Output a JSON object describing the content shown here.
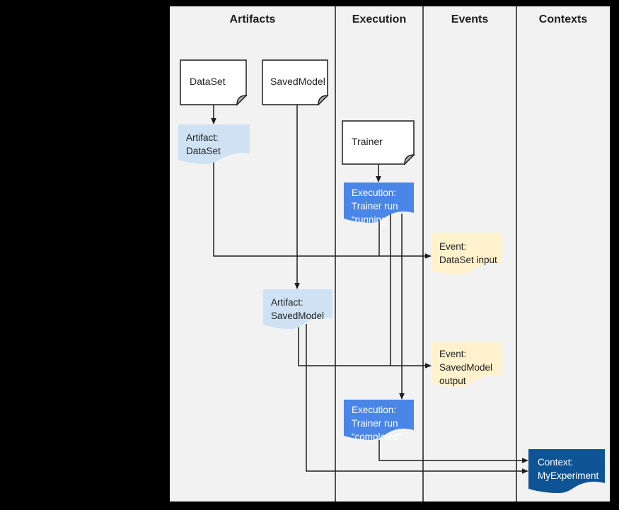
{
  "columns": [
    {
      "label": "Artifacts"
    },
    {
      "label": "Execution"
    },
    {
      "label": "Events"
    },
    {
      "label": "Contexts"
    }
  ],
  "nodes": {
    "dataset": {
      "label": "DataSet"
    },
    "savedmodel": {
      "label": "SavedModel"
    },
    "trainer": {
      "label": "Trainer"
    },
    "artifact_dataset": {
      "line1": "Artifact:",
      "line2": "DataSet"
    },
    "execution_running": {
      "line1": "Execution:",
      "line2": "Trainer run",
      "line3": "“running”"
    },
    "event_dataset_input": {
      "line1": "Event:",
      "line2": "DataSet input"
    },
    "artifact_savedmodel": {
      "line1": "Artifact:",
      "line2": "SavedModel"
    },
    "event_savedmodel_output": {
      "line1": "Event:",
      "line2": "SavedModel",
      "line3": "output"
    },
    "execution_completed": {
      "line1": "Execution:",
      "line2": "Trainer run",
      "line3": "“completed”"
    },
    "context_myexperiment": {
      "line1": "Context:",
      "line2": "MyExperiment"
    }
  },
  "colors": {
    "page_bg": "#000000",
    "canvas": "#f2f2f2",
    "white_box": "#ffffff",
    "artifact_fill": "#cfe2f3",
    "execution_fill": "#4a86e8",
    "event_fill": "#fff2cc",
    "context_fill": "#0e5394",
    "line": "#1d1d1d",
    "fold_fill": "#b0b0b0"
  }
}
